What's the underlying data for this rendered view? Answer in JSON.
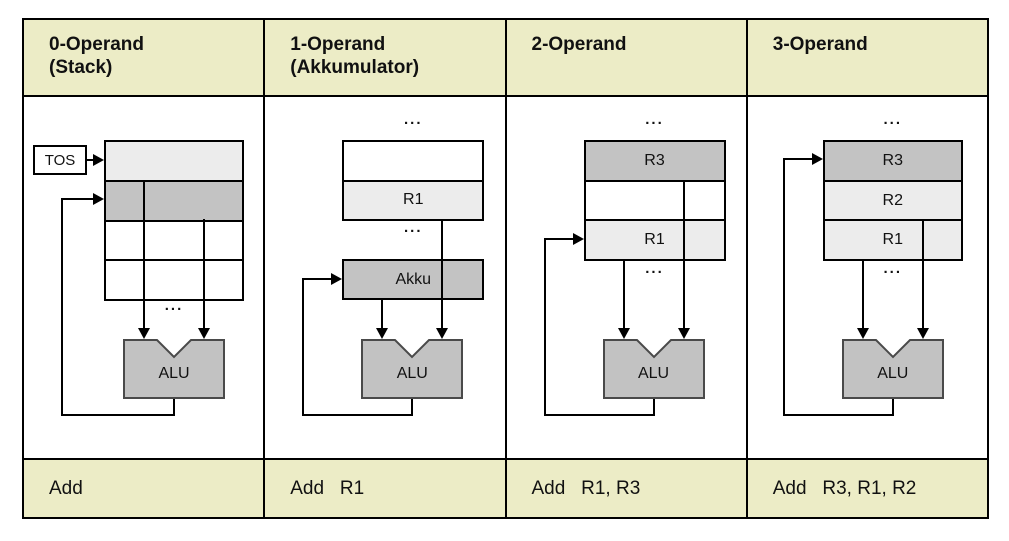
{
  "shared": {
    "alu": "ALU",
    "ellipsis": "..."
  },
  "colors": {
    "band_background": "#ECECC6",
    "register_light": "#ECECEC",
    "register_mid": "#C3C3C3",
    "alu_fill": "#C2C2C2",
    "line": "#000000"
  },
  "columns": [
    {
      "header_line1": "0-Operand",
      "header_line2": "(Stack)",
      "tos": "TOS",
      "registers": [
        {
          "label": "",
          "shade": "light"
        },
        {
          "label": "",
          "shade": "mid"
        },
        {
          "label": "",
          "shade": "white"
        },
        {
          "label": "",
          "shade": "white"
        }
      ],
      "instruction": "Add"
    },
    {
      "header_line1": "1-Operand",
      "header_line2": "(Akkumulator)",
      "registers": [
        {
          "label": "",
          "shade": "white"
        },
        {
          "label": "R1",
          "shade": "light"
        }
      ],
      "akku": "Akku",
      "instruction": "Add   R1"
    },
    {
      "header_line1": "2-Operand",
      "header_line2": "",
      "registers": [
        {
          "label": "R3",
          "shade": "mid"
        },
        {
          "label": "",
          "shade": "white"
        },
        {
          "label": "R1",
          "shade": "light"
        }
      ],
      "instruction": "Add   R1, R3"
    },
    {
      "header_line1": "3-Operand",
      "header_line2": "",
      "registers": [
        {
          "label": "R3",
          "shade": "mid"
        },
        {
          "label": "R2",
          "shade": "light"
        },
        {
          "label": "R1",
          "shade": "light"
        }
      ],
      "instruction": "Add   R3, R1, R2"
    }
  ]
}
